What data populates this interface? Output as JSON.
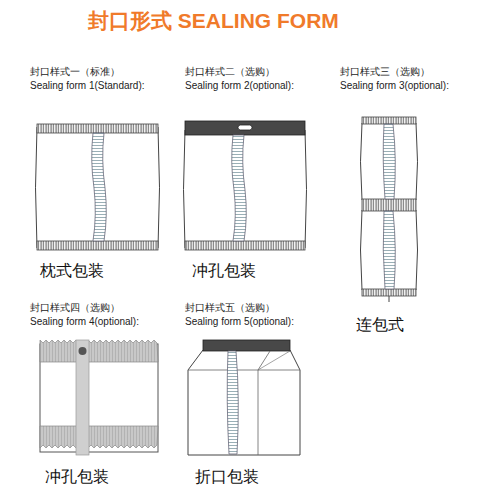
{
  "diagram": {
    "title": "封口形式 SEALING FORM",
    "labels": [
      "封口样式一（标准）",
      "Sealing form 1(Standard):",
      "枕式包装",
      "封口样式二（选购）",
      "Sealing form 2(optional):",
      "冲孔包装",
      "封口样式三（选购）",
      "Sealing form 3(optional):",
      "连包式",
      "封口样式四（选购）",
      "Sealing form 4(optional):",
      "冲孔包装",
      "封口样式五（选购）",
      "Sealing form 5(optional):",
      "折口包装"
    ]
  }
}
